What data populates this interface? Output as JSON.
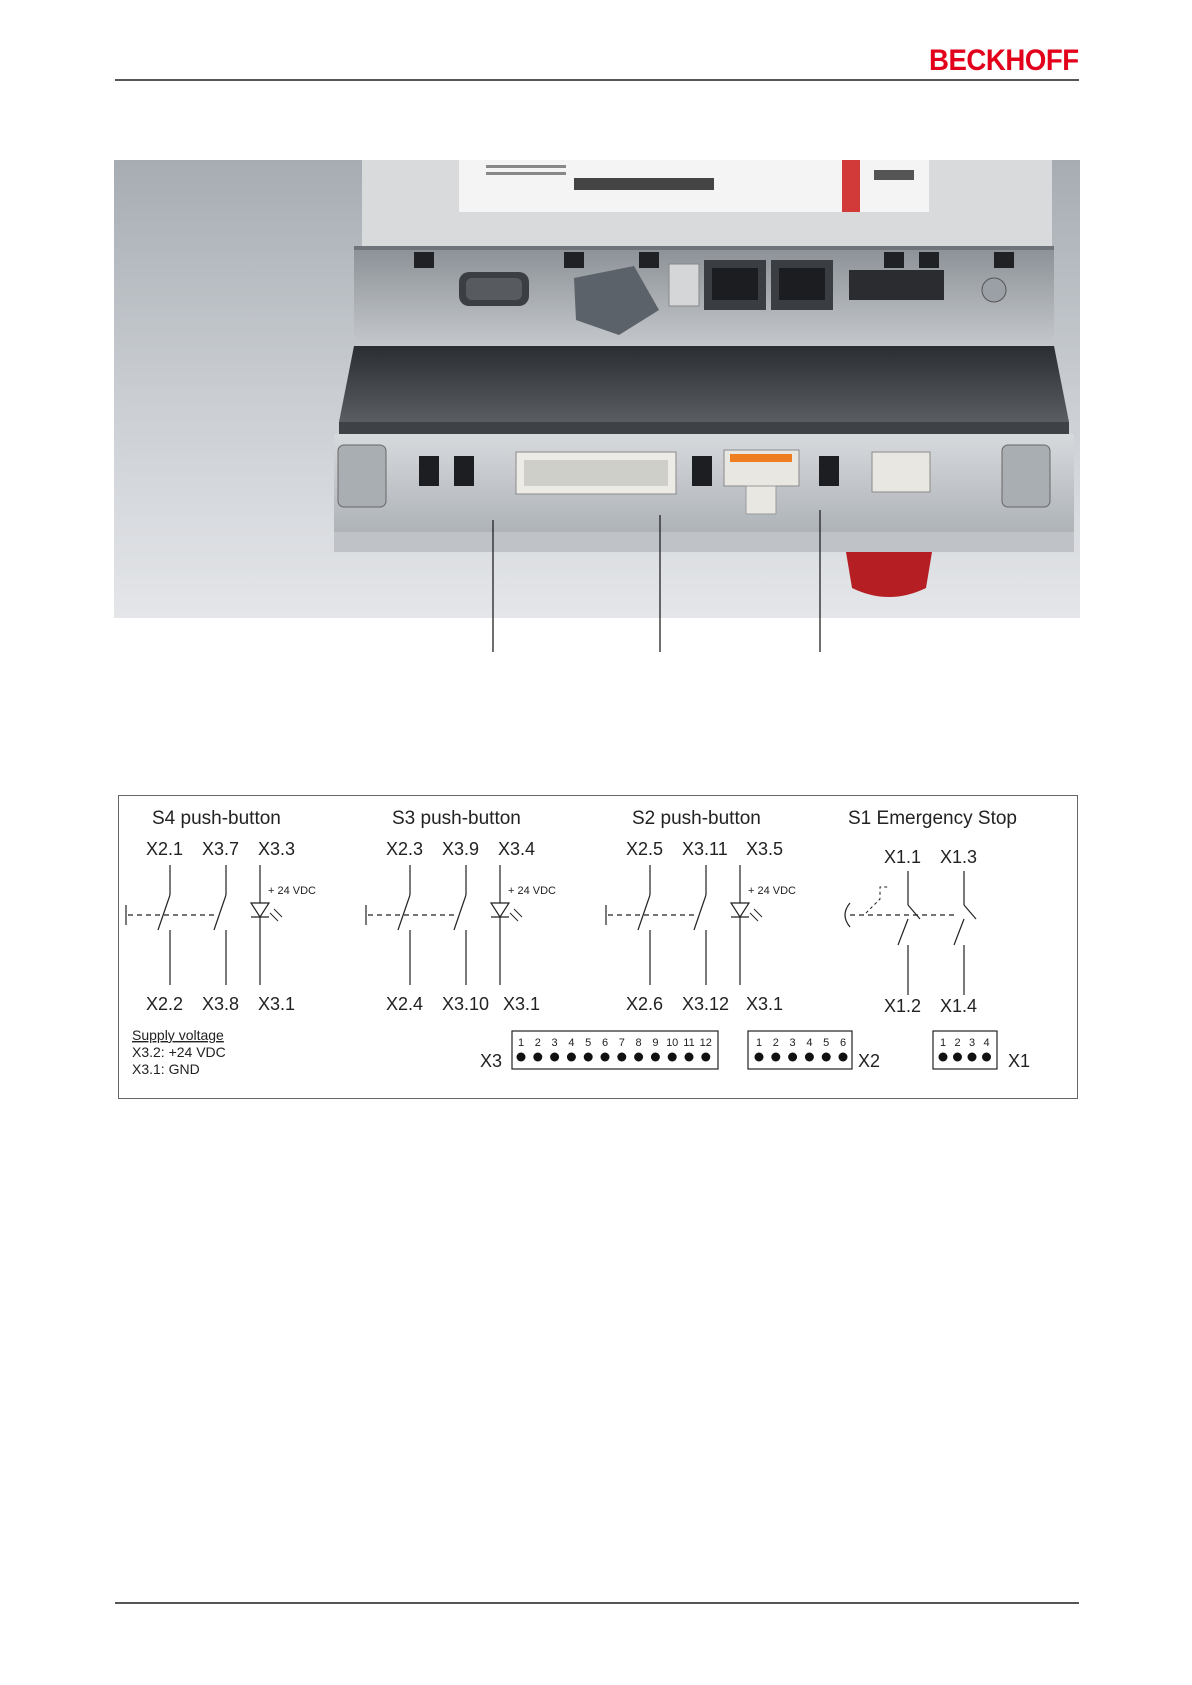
{
  "header": {
    "brand": "BECKHOFF"
  },
  "diagram": {
    "groups": [
      {
        "title": "S4 push-button",
        "top": [
          "X2.1",
          "X3.7",
          "X3.3"
        ],
        "bottom": [
          "X2.2",
          "X3.8",
          "X3.1"
        ],
        "led_label": "+ 24 VDC"
      },
      {
        "title": "S3 push-button",
        "top": [
          "X2.3",
          "X3.9",
          "X3.4"
        ],
        "bottom": [
          "X2.4",
          "X3.10",
          "X3.1"
        ],
        "led_label": "+ 24 VDC"
      },
      {
        "title": "S2 push-button",
        "top": [
          "X2.5",
          "X3.11",
          "X3.5"
        ],
        "bottom": [
          "X2.6",
          "X3.12",
          "X3.1"
        ],
        "led_label": "+ 24 VDC"
      },
      {
        "title": "S1 Emergency Stop",
        "top": [
          "X1.1",
          "X1.3"
        ],
        "bottom": [
          "X1.2",
          "X1.4"
        ]
      }
    ],
    "supply": {
      "title": "Supply voltage",
      "line1": "X3.2: +24 VDC",
      "line2": "X3.1: GND"
    },
    "terminals": [
      {
        "label": "X3",
        "pins": [
          "1",
          "2",
          "3",
          "4",
          "5",
          "6",
          "7",
          "8",
          "9",
          "10",
          "11",
          "12"
        ]
      },
      {
        "label": "X2",
        "pins": [
          "1",
          "2",
          "3",
          "4",
          "5",
          "6"
        ]
      },
      {
        "label": "X1",
        "pins": [
          "1",
          "2",
          "3",
          "4"
        ]
      }
    ]
  }
}
